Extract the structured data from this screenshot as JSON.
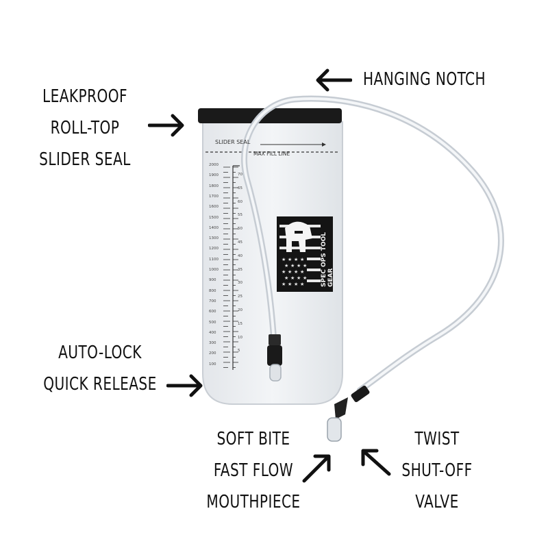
{
  "callouts": {
    "hanging_notch": {
      "lines": [
        "HANGING NOTCH"
      ]
    },
    "leakproof": {
      "lines": [
        "LEAKPROOF",
        "ROLL-TOP",
        "SLIDER SEAL"
      ]
    },
    "auto_lock": {
      "lines": [
        "AUTO-LOCK",
        "QUICK RELEASE"
      ]
    },
    "soft_bite": {
      "lines": [
        "SOFT BITE",
        "FAST FLOW",
        "MOUTHPIECE"
      ]
    },
    "twist": {
      "lines": [
        "TWIST",
        "SHUT-OFF",
        "VALVE"
      ]
    }
  },
  "bladder": {
    "slider_text": "SLIDER SEAL",
    "max_fill_text": "MAX FILL LINE",
    "brand_text": "SPEC OPS TOOL GEAR",
    "ml_scale": [
      "2000",
      "1900",
      "1800",
      "1700",
      "1600",
      "1500",
      "1400",
      "1300",
      "1200",
      "1100",
      "1000",
      "900",
      "800",
      "700",
      "600",
      "500",
      "400",
      "300",
      "200",
      "100"
    ],
    "oz_scale": [
      "70",
      "65",
      "60",
      "55",
      "50",
      "45",
      "40",
      "35",
      "30",
      "25",
      "20",
      "15",
      "10",
      "5"
    ]
  },
  "colors": {
    "text": "#111111",
    "bladder": "#eef0f2",
    "seal": "#1a1a1a",
    "tube": "#d8dde2"
  }
}
